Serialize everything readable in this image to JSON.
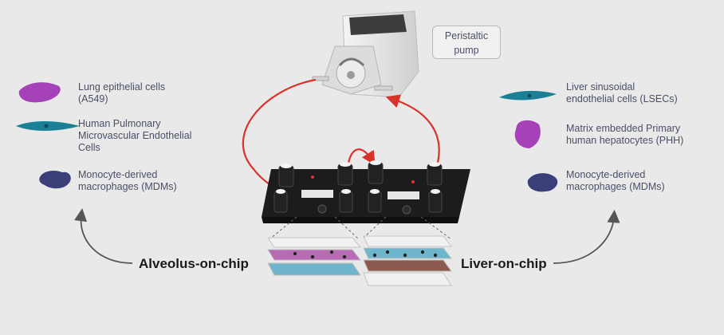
{
  "pump": {
    "label_line1": "Peristaltic",
    "label_line2": "pump"
  },
  "left_cells": [
    {
      "line1": "Lung epithelial cells",
      "line2": "(A549)",
      "color": "#a642b8"
    },
    {
      "line1": "Human Pulmonary",
      "line2": "Microvascular Endothelial",
      "line3": "Cells",
      "color": "#1b7f95"
    },
    {
      "line1": "Monocyte-derived",
      "line2": "macrophages (MDMs)",
      "color": "#3a3f7a"
    }
  ],
  "right_cells": [
    {
      "line1": "Liver sinusoidal",
      "line2": "endothelial cells (LSECs)",
      "color": "#1b7f95"
    },
    {
      "line1": "Matrix embedded Primary",
      "line2": "human hepatocytes (PHH)",
      "color": "#a642b8"
    },
    {
      "line1": "Monocyte-derived",
      "line2": "macrophages (MDMs)",
      "color": "#3a3f7a"
    }
  ],
  "chips": {
    "left_label": "Alveolus-on-chip",
    "right_label": "Liver-on-chip"
  },
  "colors": {
    "tubing": "#d8332b",
    "chip_body": "#1c1c1c",
    "background": "#e9e9e9"
  }
}
